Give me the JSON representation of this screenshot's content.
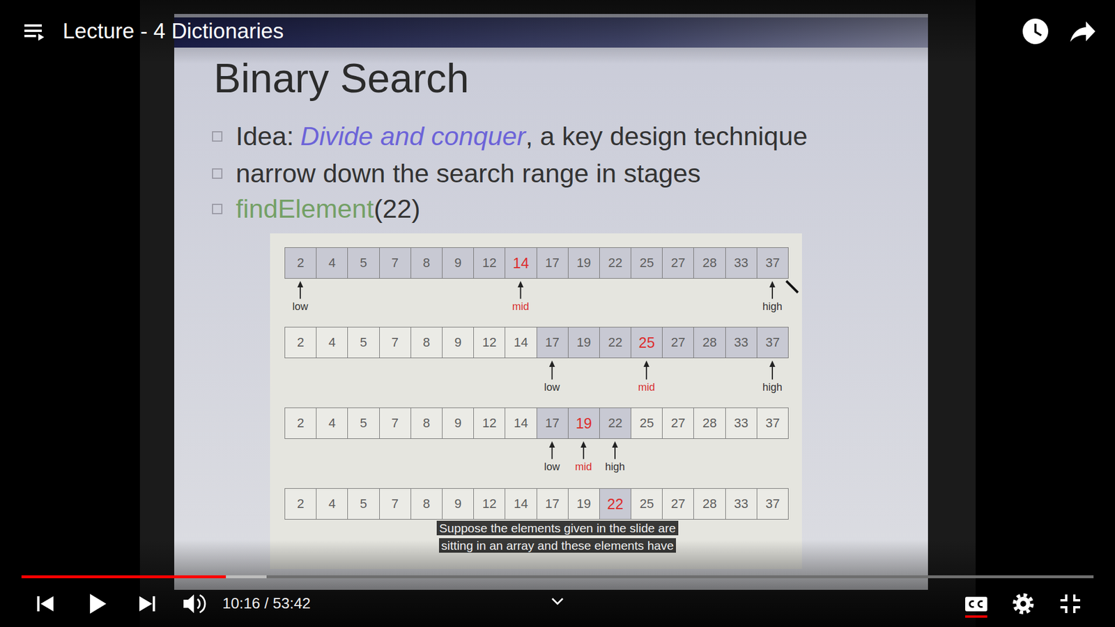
{
  "diagram": {
    "title": "Binary Search",
    "caption": "Suppose the elements given in the slide are sitting in an array and these elements have",
    "nodes": [
      {
        "text": [
          "2"
        ]
      },
      {
        "text": [
          "4"
        ]
      },
      {
        "text": [
          "5"
        ]
      },
      {
        "text": [
          "7"
        ]
      },
      {
        "text": [
          "8"
        ]
      },
      {
        "text": [
          "9"
        ]
      },
      {
        "text": [
          "12"
        ]
      },
      {
        "text": [
          "14"
        ]
      },
      {
        "text": [
          "17"
        ]
      },
      {
        "text": [
          "19"
        ]
      },
      {
        "text": [
          "22"
        ]
      },
      {
        "text": [
          "25"
        ]
      },
      {
        "text": [
          "27"
        ]
      },
      {
        "text": [
          "28"
        ]
      },
      {
        "text": [
          "33"
        ]
      },
      {
        "text": [
          "37"
        ]
      },
      {
        "text": [
          "2"
        ]
      },
      {
        "text": [
          "4"
        ]
      },
      {
        "text": [
          "5"
        ]
      },
      {
        "text": [
          "7"
        ]
      },
      {
        "text": [
          "8"
        ]
      },
      {
        "text": [
          "9"
        ]
      },
      {
        "text": [
          "12"
        ]
      },
      {
        "text": [
          "14"
        ]
      },
      {
        "text": [
          "17"
        ]
      },
      {
        "text": [
          "19"
        ]
      },
      {
        "text": [
          "22"
        ]
      },
      {
        "text": [
          "25"
        ]
      },
      {
        "text": [
          "27"
        ]
      },
      {
        "text": [
          "28"
        ]
      },
      {
        "text": [
          "33"
        ]
      },
      {
        "text": [
          "37"
        ]
      },
      {
        "text": [
          "2"
        ]
      },
      {
        "text": [
          "4"
        ]
      },
      {
        "text": [
          "5"
        ]
      },
      {
        "text": [
          "7"
        ]
      },
      {
        "text": [
          "8"
        ]
      },
      {
        "text": [
          "9"
        ]
      },
      {
        "text": [
          "12"
        ]
      },
      {
        "text": [
          "14"
        ]
      },
      {
        "text": [
          "17"
        ]
      },
      {
        "text": [
          "19"
        ]
      },
      {
        "text": [
          "22"
        ]
      },
      {
        "text": [
          "25"
        ]
      },
      {
        "text": [
          "27"
        ]
      },
      {
        "text": [
          "28"
        ]
      },
      {
        "text": [
          "33"
        ]
      },
      {
        "text": [
          "37"
        ]
      },
      {
        "text": [
          "2"
        ]
      },
      {
        "text": [
          "4"
        ]
      },
      {
        "text": [
          "5"
        ]
      },
      {
        "text": [
          "7"
        ]
      },
      {
        "text": [
          "8"
        ]
      },
      {
        "text": [
          "9"
        ]
      },
      {
        "text": [
          "12"
        ]
      },
      {
        "text": [
          "14"
        ]
      },
      {
        "text": [
          "17"
        ]
      },
      {
        "text": [
          "19"
        ]
      },
      {
        "text": [
          "22"
        ]
      },
      {
        "text": [
          "25"
        ]
      },
      {
        "text": [
          "27"
        ]
      },
      {
        "text": [
          "28"
        ]
      },
      {
        "text": [
          "33"
        ]
      },
      {
        "text": [
          "37"
        ]
      }
    ],
    "labels": [
      "Lecture - 4 Dictionaries",
      "Idea:",
      "Divide and conquer",
      ", a key design technique",
      "narrow down the search range in stages",
      "findElement",
      "(22)",
      "low",
      "mid",
      "high",
      "low",
      "mid",
      "high",
      "low",
      "mid",
      "high",
      "10:16 / 53:42"
    ]
  }
}
